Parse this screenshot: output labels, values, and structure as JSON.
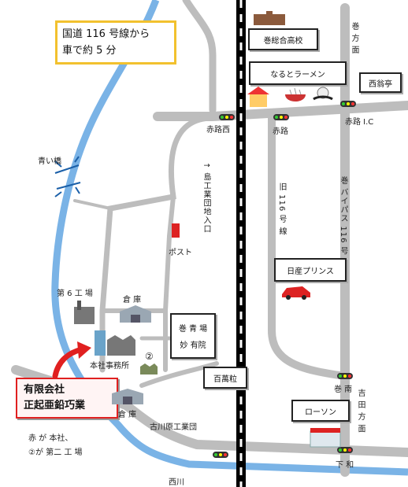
{
  "route_note": {
    "line1": "国道 116 号線から",
    "line2": "車で約 5 分"
  },
  "company": {
    "line1": "有限会社",
    "line2": "正起亜鉛巧業"
  },
  "legend_note": {
    "line1": "赤 が 本社、",
    "line2": "②が 第二 工 場"
  },
  "boxes": {
    "school": "巻総合高校",
    "ramen": "なるとラーメン",
    "seiyo": "西翁亭",
    "nissan": "日産プリンス",
    "vet": "巻 青 場",
    "temple": "妙 有院",
    "hyakuman": "百萬粒",
    "lawson": "ローソン"
  },
  "labels": {
    "aoi_bridge": "青い橋",
    "factory6": "第 6 工 場",
    "souko1": "倉 庫",
    "honsha": "本社事務所",
    "second": "②",
    "souko2": "倉 庫",
    "furukawa": "古川原工業団",
    "post": "ポスト",
    "akamichi_west": "赤路西",
    "akamichi": "赤路",
    "akamichi_ic": "赤路 I.C",
    "maki_dir": "巻 方 面",
    "shimowa": "下  和",
    "nishikawa": "西川",
    "yoshida": "吉 田 方 面",
    "maki_minami": "巻 南"
  },
  "vlabels": {
    "industrial_entry": "↑ 島工業団地入口",
    "old116": "旧 116 号 線",
    "bypass": "巻 バイパス 116 号"
  },
  "colors": {
    "river": "#7ab3e6",
    "road": "#bdbdbd",
    "rail": "#000000",
    "company_border": "#e02020",
    "note_border": "#f2c12e"
  }
}
